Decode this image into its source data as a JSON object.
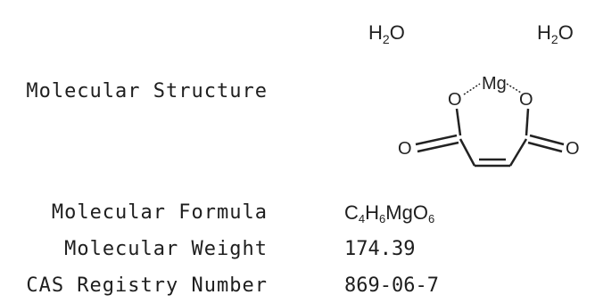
{
  "labels": {
    "structure": "Molecular Structure",
    "formula": "Molecular Formula",
    "weight": "Molecular Weight",
    "cas": "CAS Registry Number"
  },
  "values": {
    "formula_parts": [
      {
        "t": "C",
        "sub": false
      },
      {
        "t": "4",
        "sub": true
      },
      {
        "t": "H",
        "sub": false
      },
      {
        "t": "6",
        "sub": true
      },
      {
        "t": "Mg",
        "sub": false
      },
      {
        "t": "O",
        "sub": false
      },
      {
        "t": "6",
        "sub": true
      }
    ],
    "weight": "174.39",
    "cas": "869-06-7"
  },
  "structure": {
    "water1": {
      "main": "H",
      "sub": "2",
      "end": "O"
    },
    "water2": {
      "main": "H",
      "sub": "2",
      "end": "O"
    },
    "mg": "Mg",
    "o_left": "O",
    "o_right": "O",
    "o_carbonyl_left": "O",
    "o_carbonyl_right": "O"
  }
}
